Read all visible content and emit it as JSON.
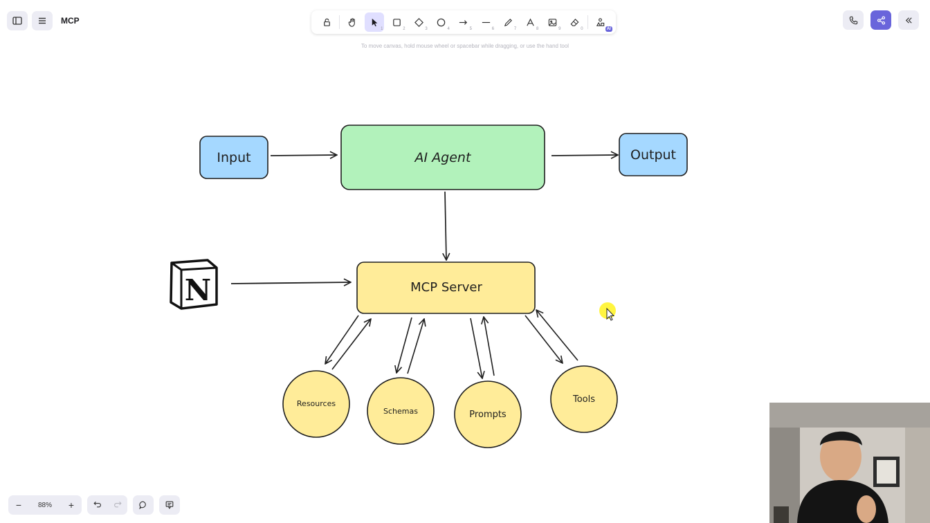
{
  "app": {
    "file_name": "MCP",
    "hint": "To move canvas, hold mouse wheel or spacebar while dragging, or use the hand tool"
  },
  "toolbar": {
    "tools": [
      {
        "name": "lock",
        "key": ""
      },
      {
        "name": "hand",
        "key": ""
      },
      {
        "name": "selection",
        "key": "1",
        "active": true
      },
      {
        "name": "rectangle",
        "key": "2"
      },
      {
        "name": "diamond",
        "key": "3"
      },
      {
        "name": "ellipse",
        "key": "4"
      },
      {
        "name": "arrow",
        "key": "5"
      },
      {
        "name": "line",
        "key": "6"
      },
      {
        "name": "draw",
        "key": "7"
      },
      {
        "name": "text",
        "key": "8"
      },
      {
        "name": "image",
        "key": "9"
      },
      {
        "name": "eraser",
        "key": "0"
      }
    ],
    "ai_badge": "AI"
  },
  "diagram": {
    "input": "Input",
    "ai_agent": "AI Agent",
    "output": "Output",
    "mcp_server": "MCP Server",
    "notion_logo": "N",
    "resources": "Resources",
    "schemas": "Schemas",
    "prompts": "Prompts",
    "tools": "Tools"
  },
  "zoom": {
    "minus": "−",
    "value": "88%",
    "plus": "+"
  },
  "colors": {
    "blue_box": "#a5d8ff",
    "green_box": "#b2f2bb",
    "yellow_box": "#ffec99",
    "accent": "#6965db",
    "laser_pointer": "#fff200"
  }
}
